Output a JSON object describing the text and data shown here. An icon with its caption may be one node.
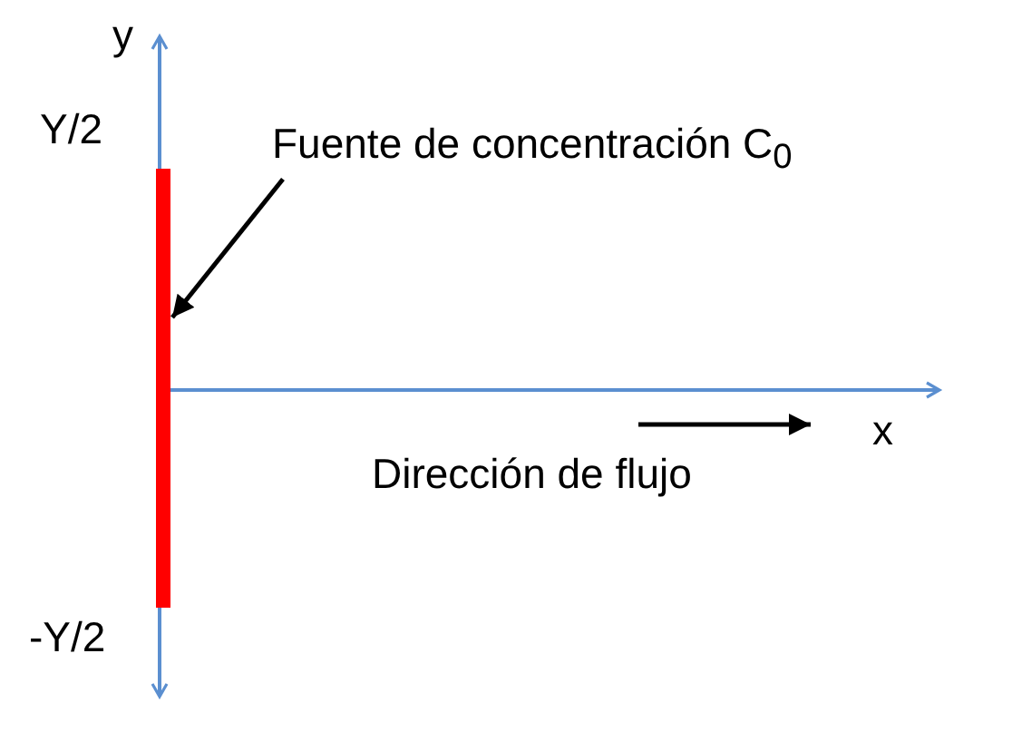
{
  "diagram": {
    "nodes": [
      {
        "text": [
          "Fuente de concentración C$_{0}$"
        ]
      },
      {
        "text": [],
        "shape": "bar"
      }
    ],
    "edges": [
      {
        "from": 0,
        "to": 1,
        "arrow": "to"
      }
    ],
    "labels": [
      "y",
      "Y/2",
      "x",
      "Dirección de flujo",
      "-Y/2"
    ]
  }
}
